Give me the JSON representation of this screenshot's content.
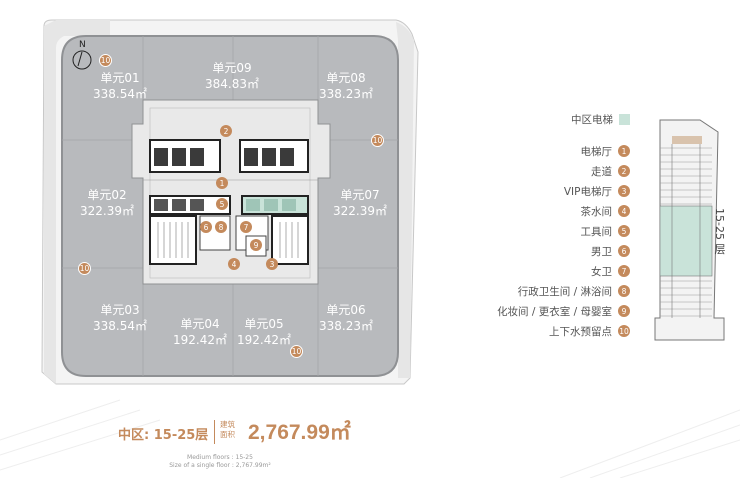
{
  "units": [
    {
      "name": "单元01",
      "area": "338.54㎡"
    },
    {
      "name": "单元09",
      "area": "384.83㎡"
    },
    {
      "name": "单元08",
      "area": "338.23㎡"
    },
    {
      "name": "单元02",
      "area": "322.39㎡"
    },
    {
      "name": "单元07",
      "area": "322.39㎡"
    },
    {
      "name": "单元03",
      "area": "338.54㎡"
    },
    {
      "name": "单元04",
      "area": "192.42㎡"
    },
    {
      "name": "单元05",
      "area": "192.42㎡"
    },
    {
      "name": "单元06",
      "area": "338.23㎡"
    }
  ],
  "compass": "N",
  "legend": {
    "title": "中区电梯",
    "title_color": "#c9e3d9",
    "items": [
      {
        "label": "电梯厅",
        "num": "1"
      },
      {
        "label": "走道",
        "num": "2"
      },
      {
        "label": "VIP电梯厅",
        "num": "3"
      },
      {
        "label": "茶水间",
        "num": "4"
      },
      {
        "label": "工具间",
        "num": "5"
      },
      {
        "label": "男卫",
        "num": "6"
      },
      {
        "label": "女卫",
        "num": "7"
      },
      {
        "label": "行政卫生间 / 淋浴间",
        "num": "8"
      },
      {
        "label": "化妆间 / 更衣室 / 母婴室",
        "num": "9"
      },
      {
        "label": "上下水预留点",
        "num": "10"
      }
    ]
  },
  "building": {
    "floor_label": "15-25 层"
  },
  "footer": {
    "zone_label": "中区: 15-25层",
    "area_tag_line1": "建筑",
    "area_tag_line2": "面积",
    "area_value": "2,767.99㎡",
    "en_line1": "Medium floors : 15-25",
    "en_line2": "Size of a single floor : 2,767.99m²"
  },
  "colors": {
    "accent": "#c48a5c",
    "unit_fill": "#b8babd",
    "core": "#e9e9e9",
    "elevator_green": "#c9e3d9"
  }
}
